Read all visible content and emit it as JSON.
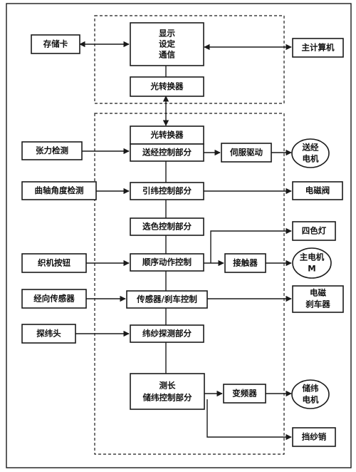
{
  "blocks": {
    "display": [
      "显示",
      "设定",
      "通信"
    ],
    "opt_conv_top": "光转换器",
    "opt_conv_bottom": "光转换器",
    "storage_card": "存储卡",
    "main_computer": "主计算机",
    "tension_detect": "张力检测",
    "let_off_ctrl": "送经控制部分",
    "servo_drive": "伺服驱动",
    "let_off_motor": [
      "送经",
      "电机"
    ],
    "crank_angle": "曲轴角度检测",
    "weft_insert_ctrl": "引纬控制部分",
    "solenoid_valve": "电磁阀",
    "color_select": "选色控制部分",
    "four_color_lamp": "四色灯",
    "loom_button": "织机按钮",
    "sequence_ctrl": "顺序动作控制",
    "contactor": "接触器",
    "main_motor": [
      "主电机",
      "M"
    ],
    "warp_sensor": "经向传感器",
    "sensor_brake": "传感器/刹车控制",
    "em_brake": [
      "电磁",
      "刹车器"
    ],
    "weft_probe": "探纬头",
    "weft_detect_ctrl": "纬纱探测部分",
    "length_ctrl": [
      "测长",
      "储纬控制部分"
    ],
    "inverter": "变频器",
    "storage_motor": [
      "储纬",
      "电机"
    ],
    "stop_pin": "挡纱销"
  }
}
